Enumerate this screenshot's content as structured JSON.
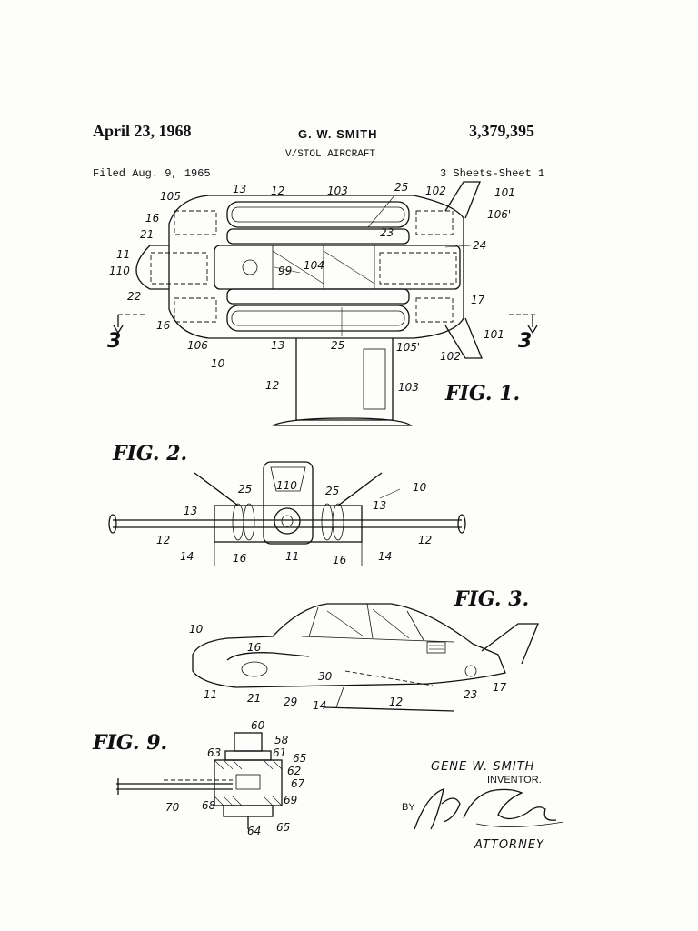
{
  "header": {
    "date": "April 23, 1968",
    "inventor": "G. W. SMITH",
    "patent_number": "3,379,395",
    "title": "V/STOL AIRCRAFT",
    "filed": "Filed Aug. 9, 1965",
    "sheets": "3 Sheets-Sheet 1"
  },
  "figures": {
    "fig1": "FIG. 1.",
    "fig2": "FIG. 2.",
    "fig3": "FIG. 3.",
    "fig9": "FIG. 9.",
    "section_marker": "3"
  },
  "fig1_refs": [
    "105",
    "13",
    "12",
    "103",
    "25",
    "102",
    "101",
    "106'",
    "16",
    "21",
    "23",
    "24",
    "11",
    "99",
    "104",
    "110",
    "22",
    "17",
    "16",
    "106",
    "10",
    "13",
    "25",
    "105'",
    "102",
    "101",
    "12",
    "103"
  ],
  "fig2_refs": [
    "110",
    "25",
    "25",
    "10",
    "13",
    "13",
    "12",
    "12",
    "14",
    "16",
    "11",
    "16",
    "14"
  ],
  "fig3_refs": [
    "10",
    "16",
    "30",
    "11",
    "21",
    "29",
    "14",
    "12",
    "23",
    "17"
  ],
  "fig9_refs": [
    "60",
    "58",
    "63",
    "61",
    "65",
    "62",
    "67",
    "68",
    "69",
    "70",
    "64",
    "65"
  ],
  "signature": {
    "inventor_name": "GENE W. SMITH",
    "inventor_label": "INVENTOR.",
    "by": "BY",
    "attorney_label": "ATTORNEY"
  }
}
